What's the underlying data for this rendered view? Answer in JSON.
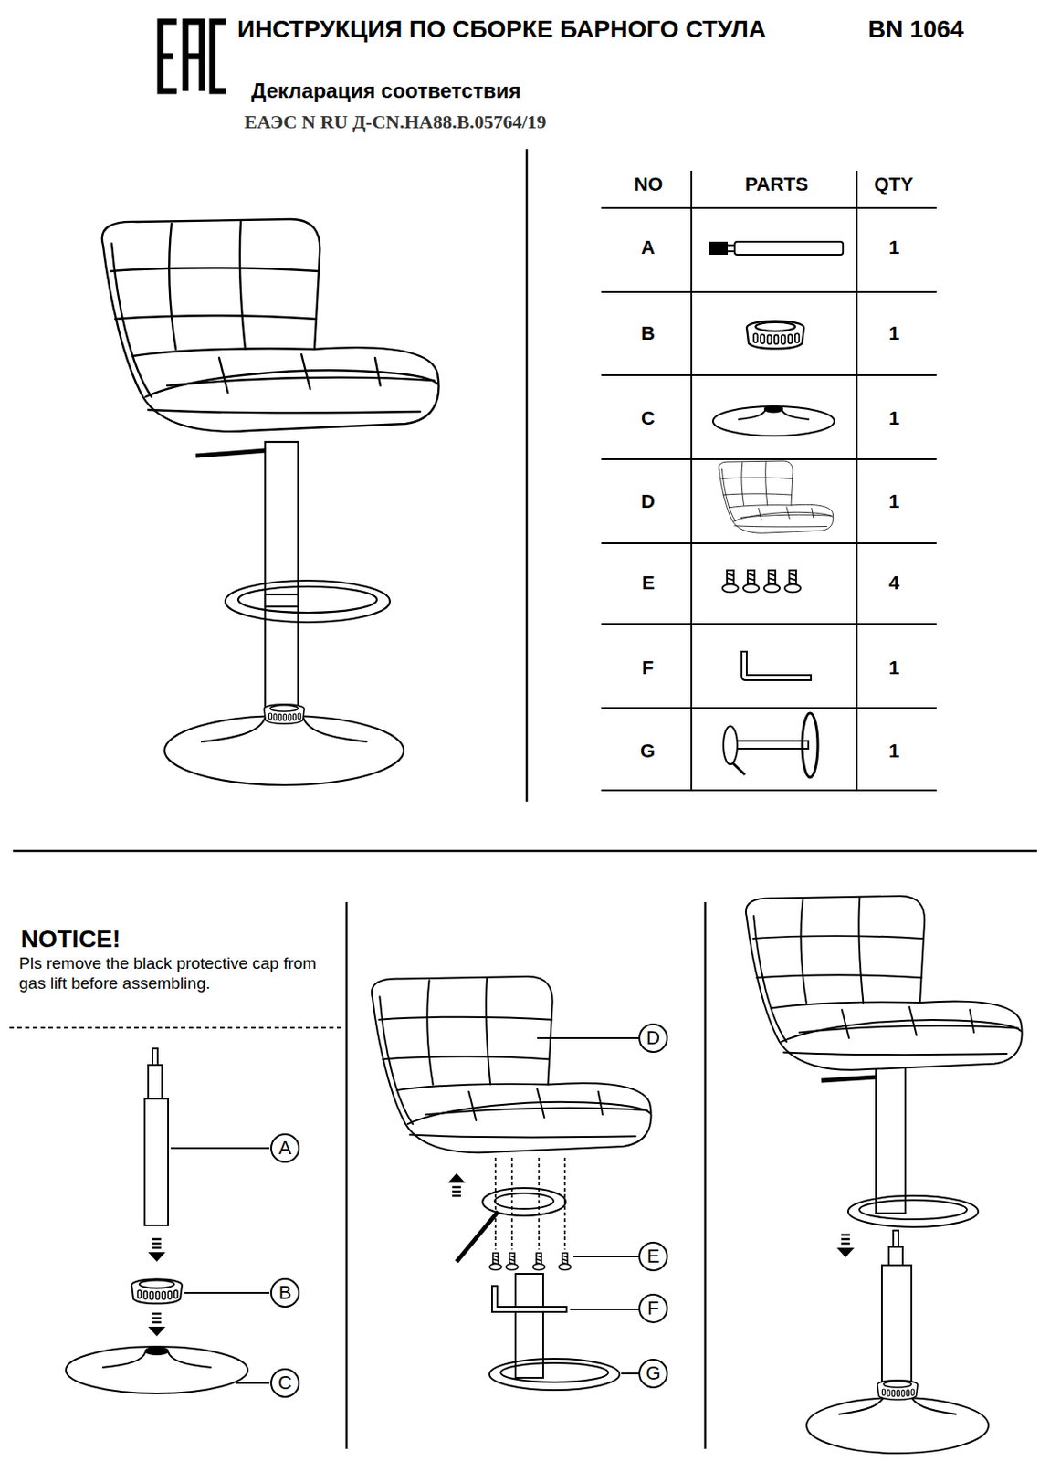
{
  "diagram": {
    "title": "ИНСТРУКЦИЯ ПО СБОРКЕ БАРНОГО СТУЛА",
    "nodes": [
      {
        "text": [
          "A"
        ]
      },
      {
        "text": [
          "B"
        ]
      },
      {
        "text": [
          "C"
        ]
      },
      {
        "text": [
          "D"
        ]
      },
      {
        "text": [
          "E"
        ]
      },
      {
        "text": [
          "F"
        ]
      },
      {
        "text": [
          "G"
        ]
      }
    ],
    "labels": [
      "BN 1064",
      "Декларация соответствия",
      "ЕАЭС N RU Д-CN.НА88.В.05764/19",
      "NO",
      "PARTS",
      "QTY",
      "A",
      "1",
      "B",
      "1",
      "C",
      "1",
      "D",
      "1",
      "E",
      "4",
      "F",
      "1",
      "G",
      "1",
      "NOTICE!",
      "Pls remove the black protective cap from gas lift before assembling."
    ]
  }
}
